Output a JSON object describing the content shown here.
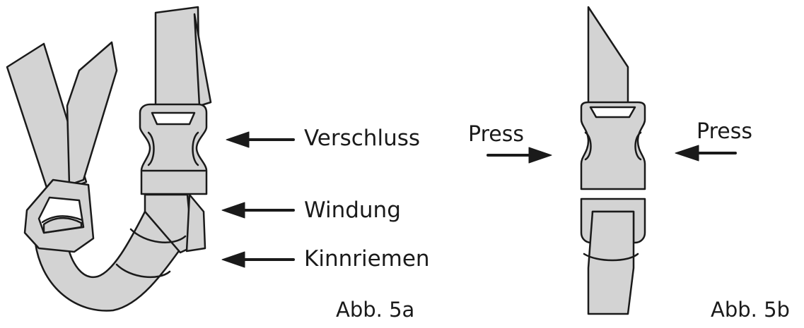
{
  "figure_a": {
    "callouts": {
      "buckle": "Verschluss",
      "winding": "Windung",
      "chin_strap": "Kinnriemen"
    },
    "caption": "Abb. 5a"
  },
  "figure_b": {
    "press_left": "Press",
    "press_right": "Press",
    "caption": "Abb. 5b"
  },
  "colors": {
    "strap_fill": "#d3d3d3",
    "outline": "#1a1a1a",
    "background": "#ffffff"
  }
}
